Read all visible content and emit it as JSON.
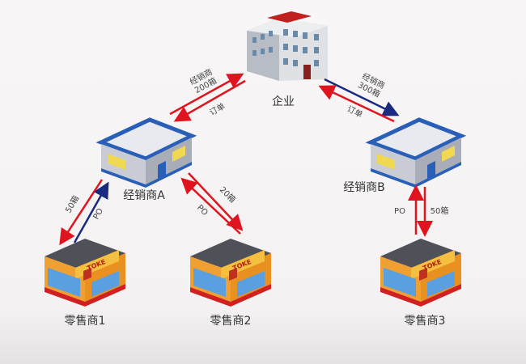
{
  "nodes": {
    "enterprise": "企业",
    "dist_a": "经销商A",
    "dist_b": "经销商B",
    "retail_1": "零售商1",
    "retail_2": "零售商2",
    "retail_3": "零售商3"
  },
  "edges": {
    "ent_a_goods": [
      "经销商",
      "200箱"
    ],
    "ent_a_order": "订单",
    "ent_b_goods": [
      "经销商",
      "300箱"
    ],
    "ent_b_order": "订单",
    "a_r1_goods": "50箱",
    "a_r1_po": "PO",
    "a_r2_goods": "20箱",
    "a_r2_po": "PO",
    "b_r3_po": "PO",
    "b_r3_goods": "50箱"
  },
  "store_sign": "TOKE",
  "colors": {
    "red_arrow": "#e0141e",
    "blue_arrow": "#1a2a80",
    "roof_blue": "#2a5fb8"
  }
}
